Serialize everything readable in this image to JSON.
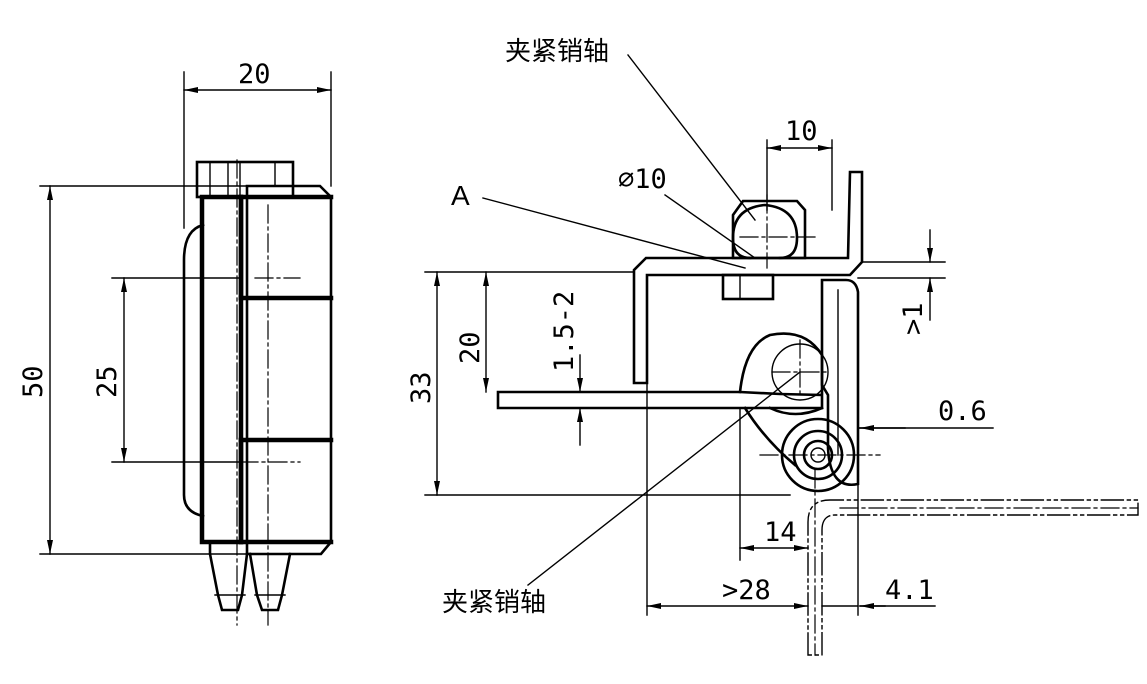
{
  "front_view": {
    "width_dim": "20",
    "height_dim": "50",
    "pitch_dim": "25"
  },
  "side_view": {
    "clamp_pin_top_label": "夹紧销轴",
    "clamp_pin_bottom_label": "夹紧销轴",
    "detail_label": "A",
    "pin_diameter_dim": "∅10",
    "pin_width_dim": "10",
    "leaf_height_dim": "20",
    "gap_dim": "1.5-2",
    "overall_height_dim": "33",
    "clearance_dim": ">1",
    "thickness_dim": "0.6",
    "offset_dim": "14",
    "min_length_dim": ">28",
    "edge_dim": "4.1"
  }
}
